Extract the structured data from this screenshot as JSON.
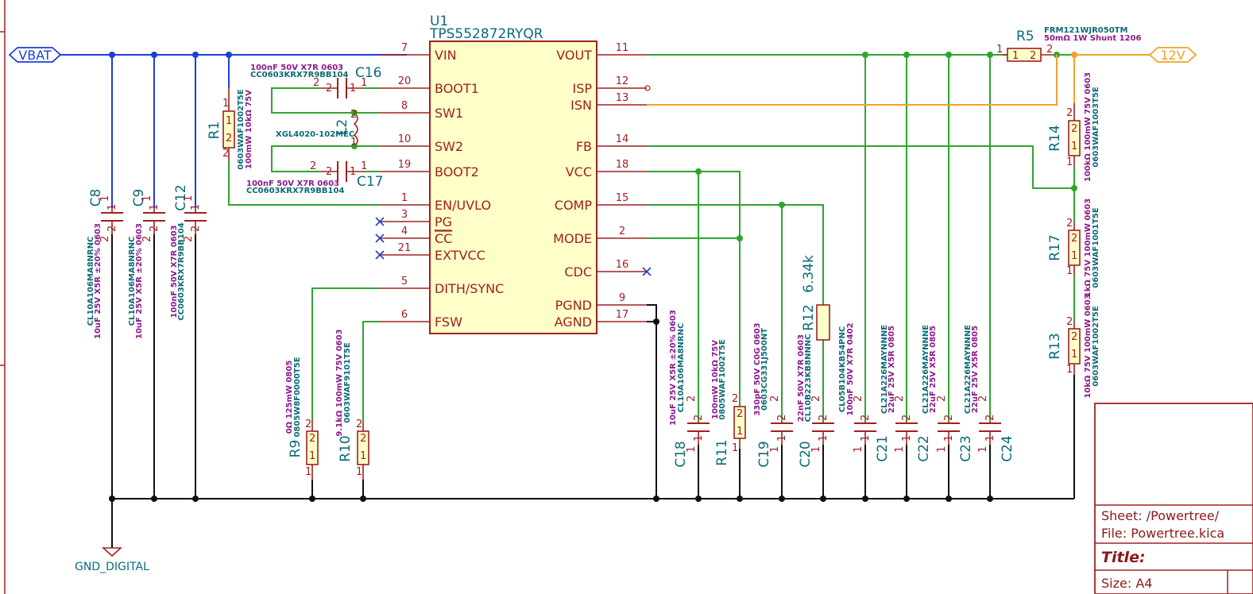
{
  "ic": {
    "ref": "U1",
    "part": "TPS552872RYQR",
    "left_pins": [
      {
        "num": "7",
        "name": "VIN"
      },
      {
        "num": "20",
        "name": "BOOT1"
      },
      {
        "num": "8",
        "name": "SW1"
      },
      {
        "num": "10",
        "name": "SW2"
      },
      {
        "num": "19",
        "name": "BOOT2"
      },
      {
        "num": "1",
        "name": "EN/UVLO"
      },
      {
        "num": "3",
        "name": "PG"
      },
      {
        "num": "4",
        "name": "CC"
      },
      {
        "num": "21",
        "name": "EXTVCC"
      },
      {
        "num": "5",
        "name": "DITH/SYNC"
      },
      {
        "num": "6",
        "name": "FSW"
      }
    ],
    "right_pins": [
      {
        "num": "11",
        "name": "VOUT"
      },
      {
        "num": "12",
        "name": "ISP"
      },
      {
        "num": "13",
        "name": "ISN"
      },
      {
        "num": "14",
        "name": "FB"
      },
      {
        "num": "18",
        "name": "VCC"
      },
      {
        "num": "15",
        "name": "COMP"
      },
      {
        "num": "2",
        "name": "MODE"
      },
      {
        "num": "16",
        "name": "CDC"
      },
      {
        "num": "9",
        "name": "PGND"
      },
      {
        "num": "17",
        "name": "AGND"
      }
    ]
  },
  "nets": {
    "vbat": "VBAT",
    "out12v": "12V",
    "gnd": "GND_DIGITAL"
  },
  "components": {
    "r5": {
      "ref": "R5",
      "part": "FRM121WJR050TM",
      "value": "50mΩ 1W Shunt 1206",
      "p1": "1",
      "p2": "2"
    },
    "c16": {
      "ref": "C16",
      "value": "100nF 50V X7R 0603",
      "part": "CC0603KRX7R9BB104"
    },
    "c17": {
      "ref": "C17",
      "value": "100nF 50V X7R 0603",
      "part": "CC0603KRX7R9BB104"
    },
    "l2": {
      "ref": "L2",
      "part": "XGL4020-102MEC"
    },
    "r1": {
      "ref": "R1",
      "part": "0603WAF1002T5E",
      "value": "100mW 10kΩ 75V"
    },
    "c8": {
      "ref": "C8",
      "part": "CL10A106MA8NRNC",
      "value": "10uF 25V X5R ±20% 0603"
    },
    "c9": {
      "ref": "C9",
      "part": "CL10A106MA8NRNC",
      "value": "10uF 25V X5R ±20% 0603"
    },
    "c12": {
      "ref": "C12",
      "value": "100nF 50V X7R 0603",
      "part": "CC0603KRX7R9BB104"
    },
    "r9": {
      "ref": "R9",
      "value": "0Ω 125mW 0805",
      "part": "0805W8F0000T5E"
    },
    "r10": {
      "ref": "R10",
      "value": "9.1kΩ 100mW 75V 0603",
      "part": "0603WAF9101T5E"
    },
    "c18": {
      "ref": "C18",
      "value": "10uF 25V X5R ±20% 0603",
      "part": "CL10A106MA8NRNC"
    },
    "r11": {
      "ref": "R11",
      "value": "100mW 10kΩ 75V",
      "part": "0805WAF1002T5E"
    },
    "c19": {
      "ref": "C19",
      "value": "330pF 50V C0G 0603",
      "part": "0603CG331J500NT"
    },
    "c20": {
      "ref": "C20",
      "value": "22nF 50V X7R 0603",
      "part": "CL10B223KB8NNNC"
    },
    "r12": {
      "ref": "R12",
      "value": "6.34k"
    },
    "c21": {
      "ref": "C21",
      "part": "CL05B104KB54PNC",
      "value": "100nF 50V X7R 0402"
    },
    "c22": {
      "ref": "C22",
      "part": "CL21A226MAYNNNE",
      "value": "22uF 25V X5R 0805"
    },
    "c23": {
      "ref": "C23",
      "part": "CL21A226MAYNNNE",
      "value": "22uF 25V X5R 0805"
    },
    "c24": {
      "ref": "C24",
      "part": "CL21A226MAYNNNE",
      "value": "22uF 25V X5R 0805"
    },
    "r14": {
      "ref": "R14",
      "value": "100kΩ 100mW 75V 0603",
      "part": "0603WAF1003T5E"
    },
    "r17": {
      "ref": "R17",
      "value": "1kΩ 75V 100mW 0603",
      "part": "0603WAF1001T5E"
    },
    "r13": {
      "ref": "R13",
      "value": "10kΩ 75V 100mW 0603",
      "part": "0603WAF1002T5E"
    }
  },
  "pin_labels": {
    "one": "1",
    "two": "2"
  },
  "titleblock": {
    "sheet": "Sheet: /Powertree/",
    "file": "File: Powertree.kica",
    "title": "Title:",
    "size": "Size: A4"
  },
  "colors": {
    "power_wire": "#1c3fd8",
    "signal_wire": "#2fa52f",
    "output_wire": "#f2a12b",
    "ground_wire": "#111111",
    "symbol": "#a02020",
    "ic_fill": "#ffffc8",
    "ref_text": "#0b6b77",
    "value_text": "#8a1a8a"
  }
}
